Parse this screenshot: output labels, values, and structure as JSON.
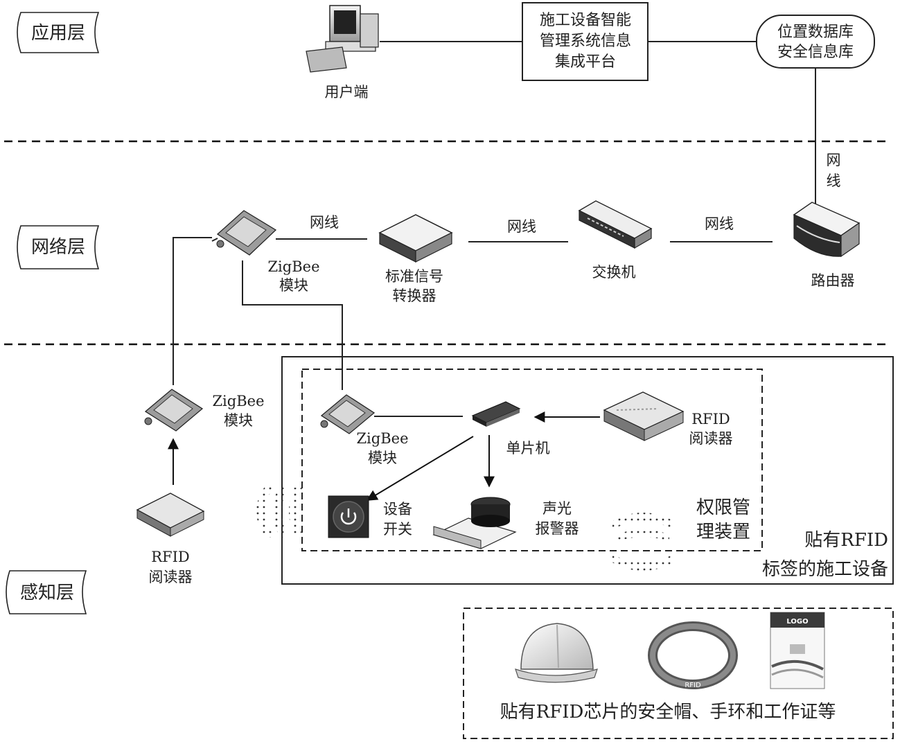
{
  "layers": {
    "application": "应用层",
    "network": "网络层",
    "perception": "感知层"
  },
  "application": {
    "client": "用户端",
    "platform": [
      "施工设备智能",
      "管理系统信息",
      "集成平台"
    ],
    "database": [
      "位置数据库",
      "安全信息库"
    ]
  },
  "network": {
    "cable": "网线",
    "cable_vertical": [
      "网",
      "线"
    ],
    "zigbee": [
      "ZigBee",
      "模块"
    ],
    "converter": [
      "标准信号",
      "转换器"
    ],
    "switch": "交换机",
    "router": "路由器"
  },
  "perception": {
    "zigbee": [
      "ZigBee",
      "模块"
    ],
    "rfid_reader": [
      "RFID",
      "阅读器"
    ],
    "mcu": "单片机",
    "equip_switch": [
      "设备",
      "开关"
    ],
    "alarm": [
      "声光",
      "报警器"
    ],
    "auth_device": [
      "权限管",
      "理装置"
    ],
    "tagged_equipment": [
      "贴有RFID",
      "标签的施工设备"
    ],
    "wearables_caption": "贴有RFID芯片的安全帽、手环和工作证等",
    "badge_logo": "LOGO",
    "band_text": "RFID"
  }
}
